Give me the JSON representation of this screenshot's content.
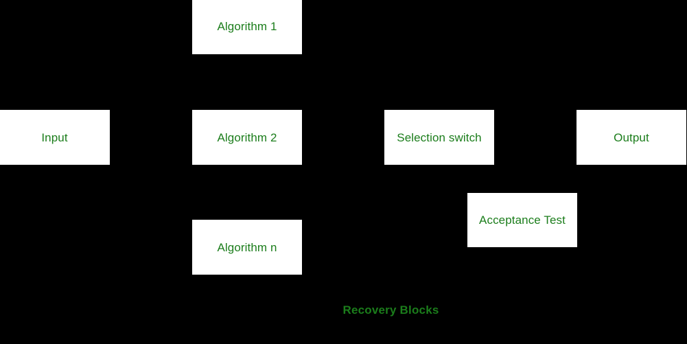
{
  "diagram": {
    "caption": "Recovery Blocks",
    "background_color": "#000000",
    "node_fill_color": "#ffffff",
    "text_color": "#1b7d1b",
    "nodes": [
      {
        "id": "algorithm-1",
        "label": "Algorithm 1"
      },
      {
        "id": "input",
        "label": "Input"
      },
      {
        "id": "algorithm-2",
        "label": "Algorithm 2"
      },
      {
        "id": "selection",
        "label": "Selection switch"
      },
      {
        "id": "output",
        "label": "Output"
      },
      {
        "id": "acceptance",
        "label": "Acceptance Test"
      },
      {
        "id": "algorithm-n",
        "label": "Algorithm n"
      }
    ]
  }
}
